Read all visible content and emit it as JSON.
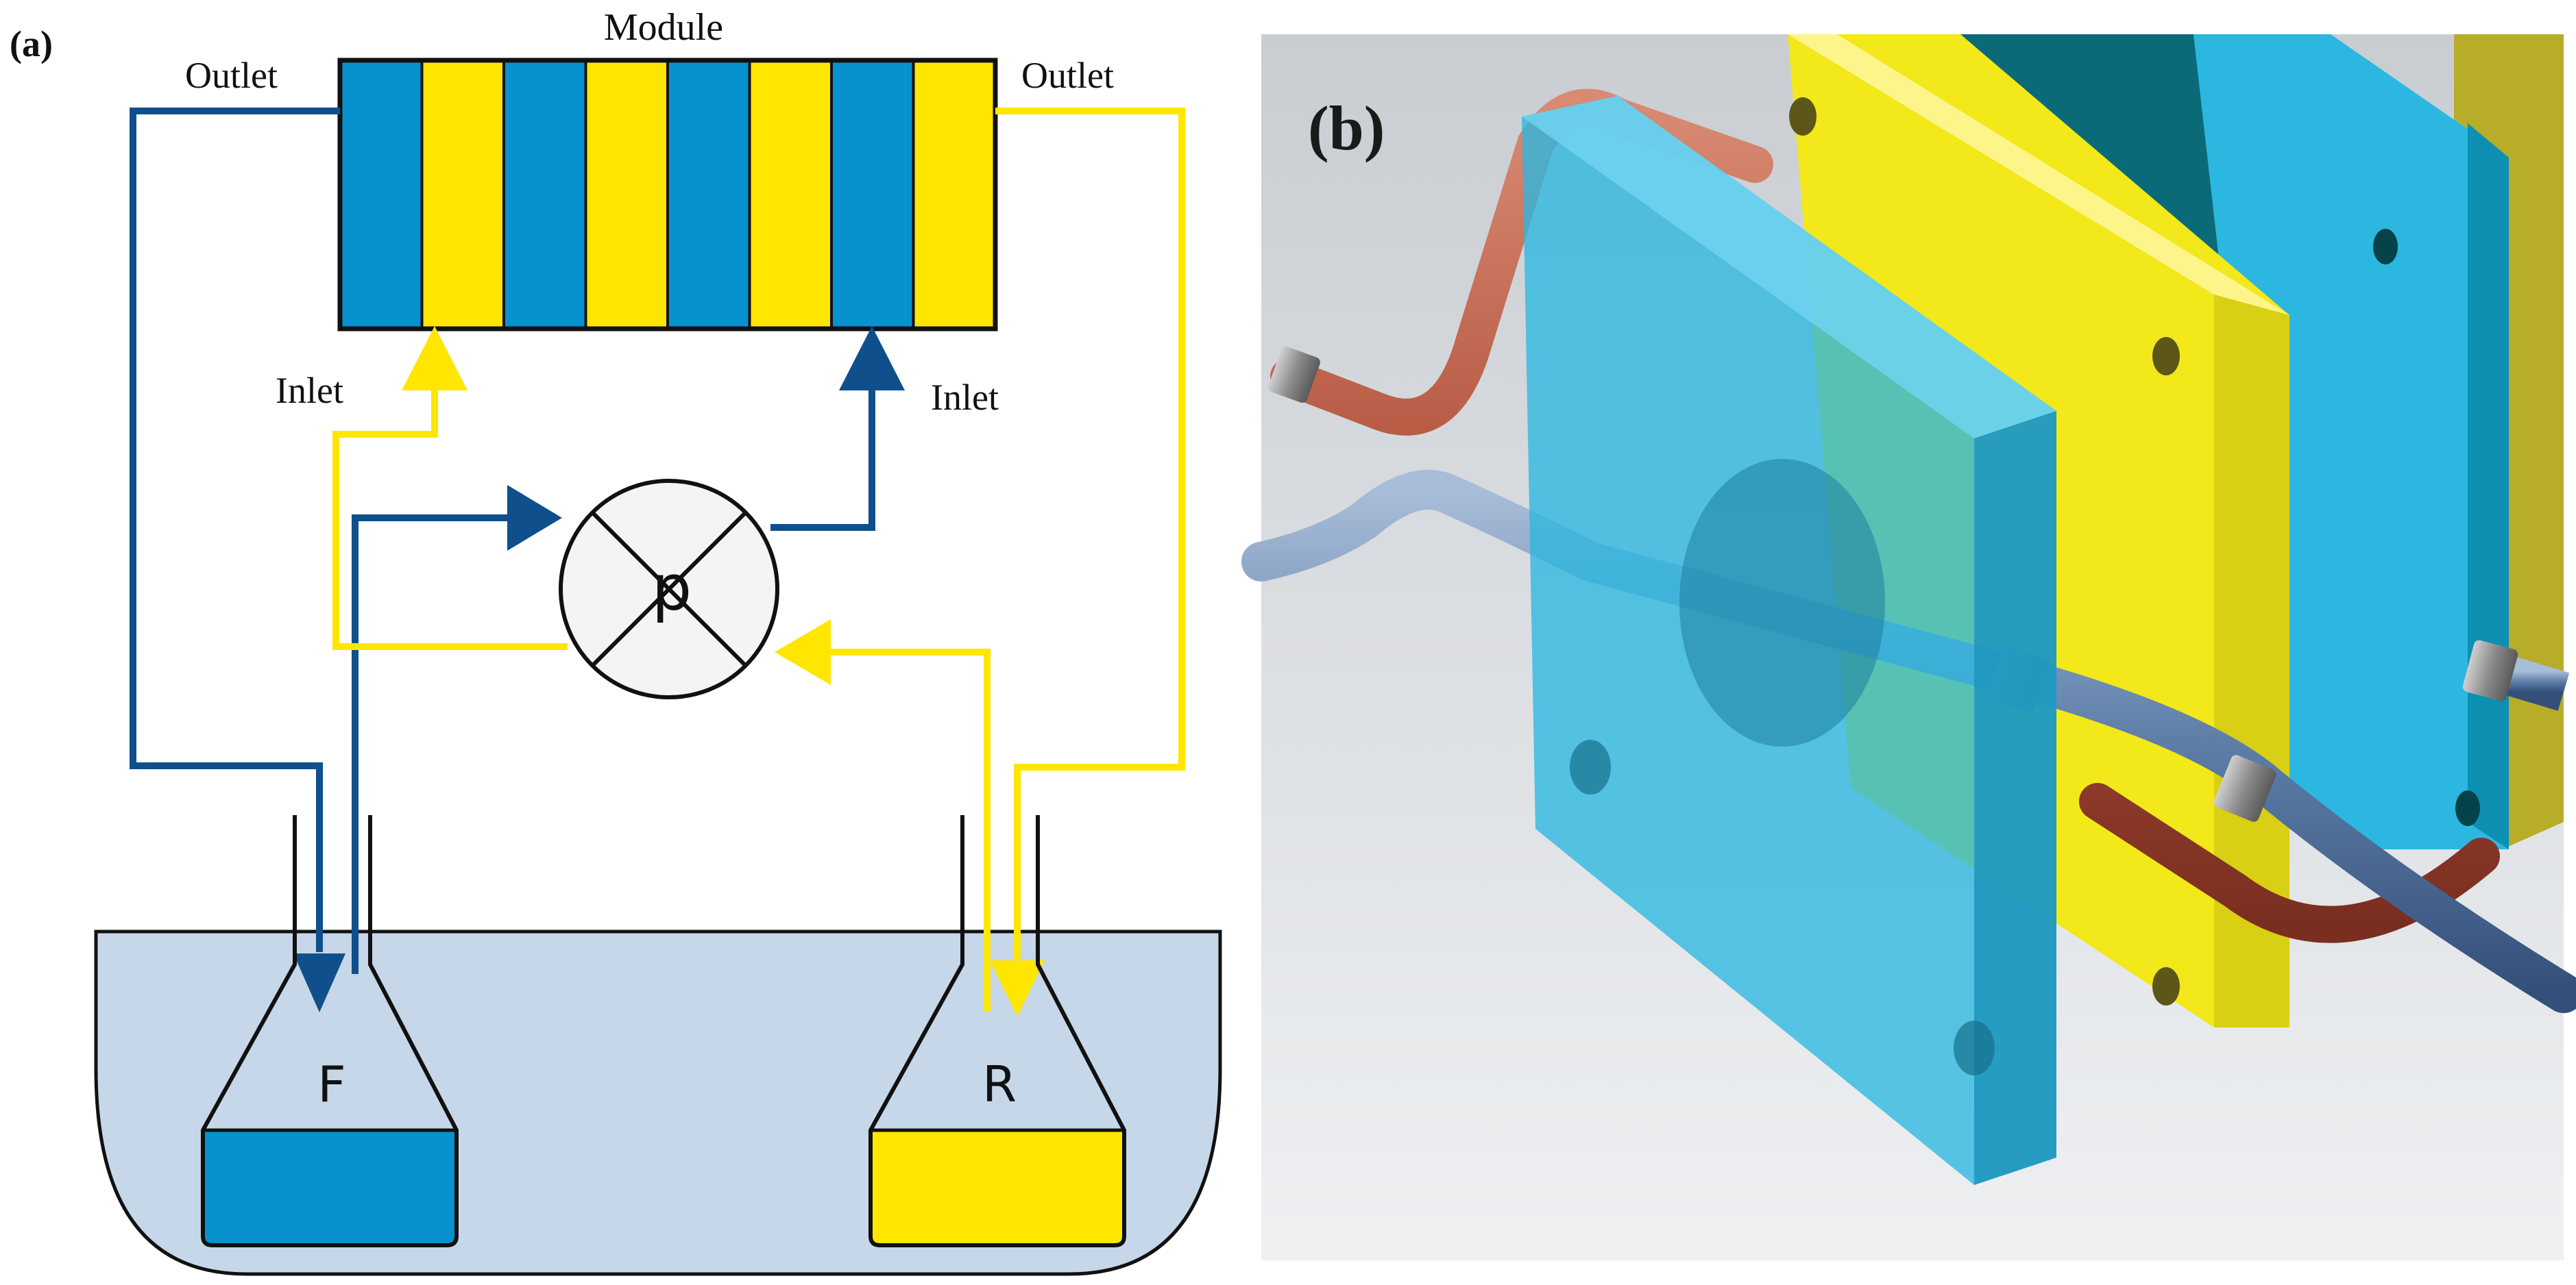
{
  "panel_a": {
    "tag": "(a)",
    "module_label": "Module",
    "outlet_left": "Outlet",
    "outlet_right": "Outlet",
    "inlet_left": "Inlet",
    "inlet_right": "Inlet",
    "pump_label": "p",
    "feed_label": "F",
    "receiver_label": "R",
    "module_strips": [
      "blue",
      "yellow",
      "blue",
      "yellow",
      "blue",
      "yellow",
      "blue",
      "yellow"
    ]
  },
  "panel_b": {
    "tag": "(b)"
  },
  "colors": {
    "blue": "#0891cf",
    "dark_blue": "#0f4f8c",
    "yellow": "#ffe600",
    "bath": "#c5d7e8",
    "pump_fill": "#f4f4f4",
    "plate_cyan": "#2bb7e0",
    "plate_yellow": "#f2e81a",
    "plate_dark": "#0a6a78"
  }
}
